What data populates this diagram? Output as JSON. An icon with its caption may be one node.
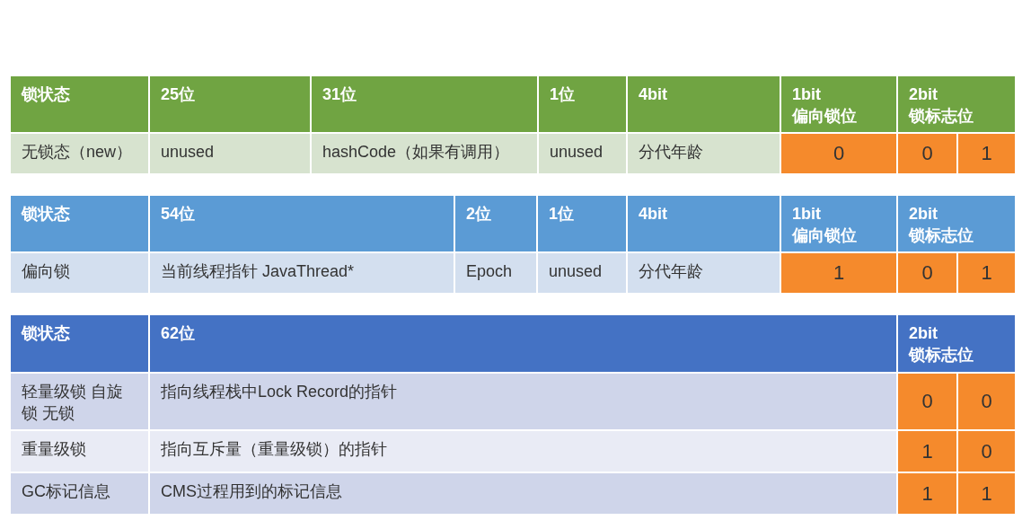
{
  "diagram": {
    "labels": [
      "锁状态",
      "25位",
      "31位",
      "1位",
      "4bit",
      "1bit 偏向锁位",
      "2bit 锁标志位",
      "无锁态（new）",
      "unused",
      "hashCode（如果有调用）",
      "unused",
      "分代年龄",
      "0",
      "0",
      "1",
      "锁状态",
      "54位",
      "2位",
      "1位",
      "4bit",
      "1bit 偏向锁位",
      "2bit 锁标志位",
      "偏向锁",
      "当前线程指针 JavaThread*",
      "Epoch",
      "unused",
      "分代年龄",
      "1",
      "0",
      "1",
      "锁状态",
      "62位",
      "2bit 锁标志位",
      "轻量级锁 自旋锁 无锁",
      "指向线程栈中Lock Record的指针",
      "0",
      "0",
      "重量级锁",
      "指向互斥量（重量级锁）的指针",
      "1",
      "0",
      "GC标记信息",
      "CMS过程用到的标记信息",
      "1",
      "1"
    ]
  }
}
